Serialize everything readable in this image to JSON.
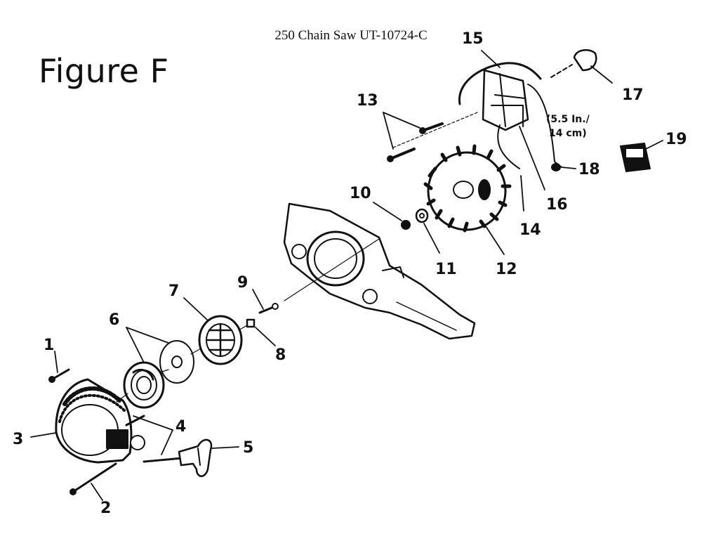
{
  "header": {
    "doc_title": "250 Chain Saw UT-10724-C",
    "figure_title": "Figure F"
  },
  "callouts": {
    "p1": "1",
    "p2": "2",
    "p3": "3",
    "p4": "4",
    "p5": "5",
    "p6": "6",
    "p7": "7",
    "p8": "8",
    "p9": "9",
    "p10": "10",
    "p11": "11",
    "p12": "12",
    "p13": "13",
    "p14": "14",
    "p15": "15",
    "p16": "16",
    "p17": "17",
    "p18": "18",
    "p19": "19"
  },
  "notes": {
    "wire_length_line1": "(5.5 In./",
    "wire_length_line2": "14 cm)"
  }
}
